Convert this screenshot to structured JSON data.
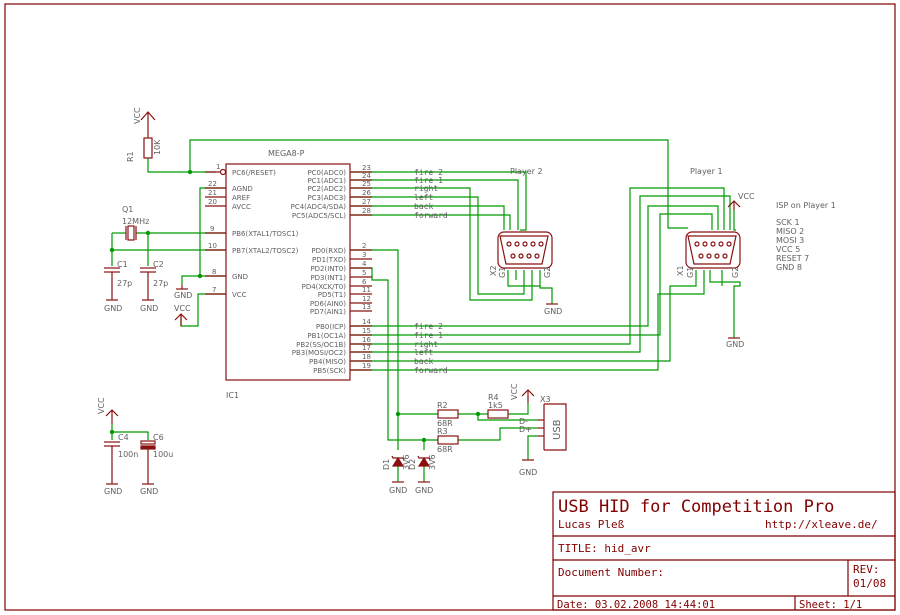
{
  "ic1": {
    "name": "IC1",
    "value": "MEGA8-P",
    "left_pins": [
      {
        "num": "1",
        "name": "PC6(/RESET)"
      },
      {
        "num": "22",
        "name": "AGND"
      },
      {
        "num": "21",
        "name": "AREF"
      },
      {
        "num": "20",
        "name": "AVCC"
      },
      {
        "num": "9",
        "name": "PB6(XTAL1/TOSC1)"
      },
      {
        "num": "10",
        "name": "PB7(XTAL2/TOSC2)"
      },
      {
        "num": "8",
        "name": "GND"
      },
      {
        "num": "7",
        "name": "VCC"
      }
    ],
    "right_pins": [
      {
        "num": "23",
        "name": "PC0(ADC0)"
      },
      {
        "num": "24",
        "name": "PC1(ADC1)"
      },
      {
        "num": "25",
        "name": "PC2(ADC2)"
      },
      {
        "num": "26",
        "name": "PC3(ADC3)"
      },
      {
        "num": "27",
        "name": "PC4(ADC4/SDA)"
      },
      {
        "num": "28",
        "name": "PC5(ADC5/SCL)"
      },
      {
        "num": "2",
        "name": "PD0(RXD)"
      },
      {
        "num": "3",
        "name": "PD1(TXD)"
      },
      {
        "num": "4",
        "name": "PD2(INT0)"
      },
      {
        "num": "5",
        "name": "PD3(INT1)"
      },
      {
        "num": "6",
        "name": "PD4(XCK/T0)"
      },
      {
        "num": "11",
        "name": "PD5(T1)"
      },
      {
        "num": "12",
        "name": "PD6(AIN0)"
      },
      {
        "num": "13",
        "name": "PD7(AIN1)"
      },
      {
        "num": "14",
        "name": "PB0(ICP)"
      },
      {
        "num": "15",
        "name": "PB1(OC1A)"
      },
      {
        "num": "16",
        "name": "PB2(SS/OC1B)"
      },
      {
        "num": "17",
        "name": "PB3(MOSI/OC2)"
      },
      {
        "num": "18",
        "name": "PB4(MISO)"
      },
      {
        "num": "19",
        "name": "PB5(SCK)"
      }
    ]
  },
  "nets": {
    "p2": [
      "fire 2",
      "fire 1",
      "right",
      "left",
      "back",
      "forward"
    ],
    "p1": [
      "fire 2",
      "fire 1",
      "right",
      "left",
      "back",
      "forward"
    ]
  },
  "labels": {
    "player2": "Player 2",
    "player1": "Player 1",
    "vcc": "VCC",
    "gnd": "GND",
    "r1_name": "R1",
    "r1_val": "10K",
    "q1_name": "Q1",
    "q1_val": "12MHz",
    "c1_name": "C1",
    "c1_val": "27p",
    "c2_name": "C2",
    "c2_val": "27p",
    "c4_name": "C4",
    "c4_val": "100n",
    "c6_name": "C6",
    "c6_val": "100u",
    "r2_name": "R2",
    "r2_val": "68R",
    "r3_name": "R3",
    "r3_val": "68R",
    "r4_name": "R4",
    "r4_val": "1k5",
    "d1_name": "D1",
    "d1_val": "3V6",
    "d2_name": "D2",
    "d2_val": "3V6",
    "x1_name": "X1",
    "x2_name": "X2",
    "x3_name": "X3",
    "usb": "USB",
    "usb_dm": "D-",
    "usb_dp": "D+",
    "dsub_g1": "G1",
    "dsub_g2": "G2"
  },
  "isp": {
    "title": "ISP on Player 1",
    "lines": [
      "SCK 1",
      "MISO 2",
      "MOSI 3",
      "VCC 5",
      "RESET 7",
      "GND 8"
    ]
  },
  "title_block": {
    "title": "USB HID for Competition Pro",
    "author": "Lucas Pleß",
    "url": "http://xleave.de/",
    "title_field": "TITLE:  hid_avr",
    "doc_number": "Document Number:",
    "rev_label": "REV:",
    "rev_value": "01/08",
    "date": "Date: 03.02.2008 14:44:01",
    "sheet": "Sheet: 1/1"
  },
  "colors": {
    "wire": "#009a00",
    "symbol": "#8a1010",
    "text": "#606060",
    "frame": "#800000"
  }
}
